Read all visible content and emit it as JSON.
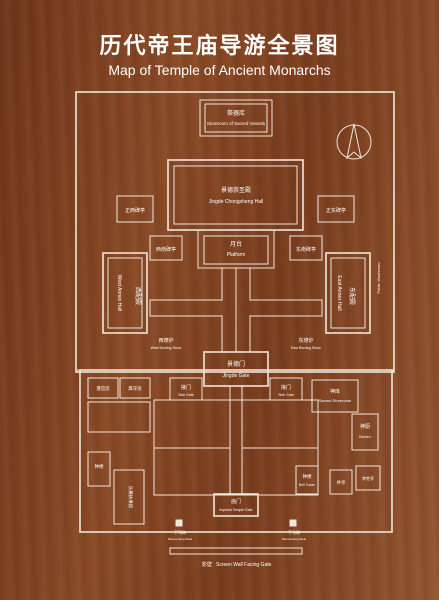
{
  "title": {
    "cn": "历代帝王庙导游全景图",
    "en": "Map of Temple of Ancient Monarchs"
  },
  "labels": {
    "storeroom_cn": "祭器库",
    "storeroom_en": "Storeroom of Sacred Vessels",
    "hall_cn": "景德崇圣殿",
    "hall_en": "Jingde Chongsheng Hall",
    "platform_cn": "月台",
    "platform_en": "Platform",
    "ne_pavilion_cn": "正东碑亭",
    "nw_pavilion_cn": "正西碑亭",
    "e_pavilion_cn": "东南碑亭",
    "w_pavilion_cn": "西南碑亭",
    "w_annex_cn": "西配殿",
    "w_annex_en": "West Annex Hall",
    "e_annex_cn": "东配殿",
    "e_annex_en": "East Annex Hall",
    "w_burner_cn": "西燎炉",
    "w_burner_en": "West Burning Stove",
    "e_burner_cn": "东燎炉",
    "e_burner_en": "East Burning Stove",
    "public_toilet_en": "Public Washroom",
    "gate_cn": "景德门",
    "gate_en": "Jingde Gate",
    "w_side_gate_cn": "掖门",
    "w_side_gate_en": "Side Gate",
    "e_side_gate_cn": "掖门",
    "e_side_gate_en": "Side Gate",
    "granary_cn": "神库",
    "granary_en": "Sacred Storeroom",
    "kitchen_cn": "神厨",
    "kitchen_en": "Kitchen",
    "butcher_cn": "宰牲亭",
    "office_cn": "遣官房",
    "well_cn": "井亭",
    "drum_cn": "钟楼",
    "bell_tower_en": "Bell Tower",
    "bell_cn": "钟楼",
    "w_bldg_cn": "典守房",
    "w_hall2_cn": "乐舞执事房",
    "main_gate_cn": "庙门",
    "main_gate_en": "Imperial Temple Gate",
    "w_dismount_cn": "下马碑",
    "w_dismount_en": "Dismounting Stele",
    "e_dismount_cn": "下马碑",
    "e_dismount_en": "Dismounting Stele",
    "screen_wall_cn": "影壁",
    "screen_wall_en": "Screen Wall Facing Gate"
  }
}
